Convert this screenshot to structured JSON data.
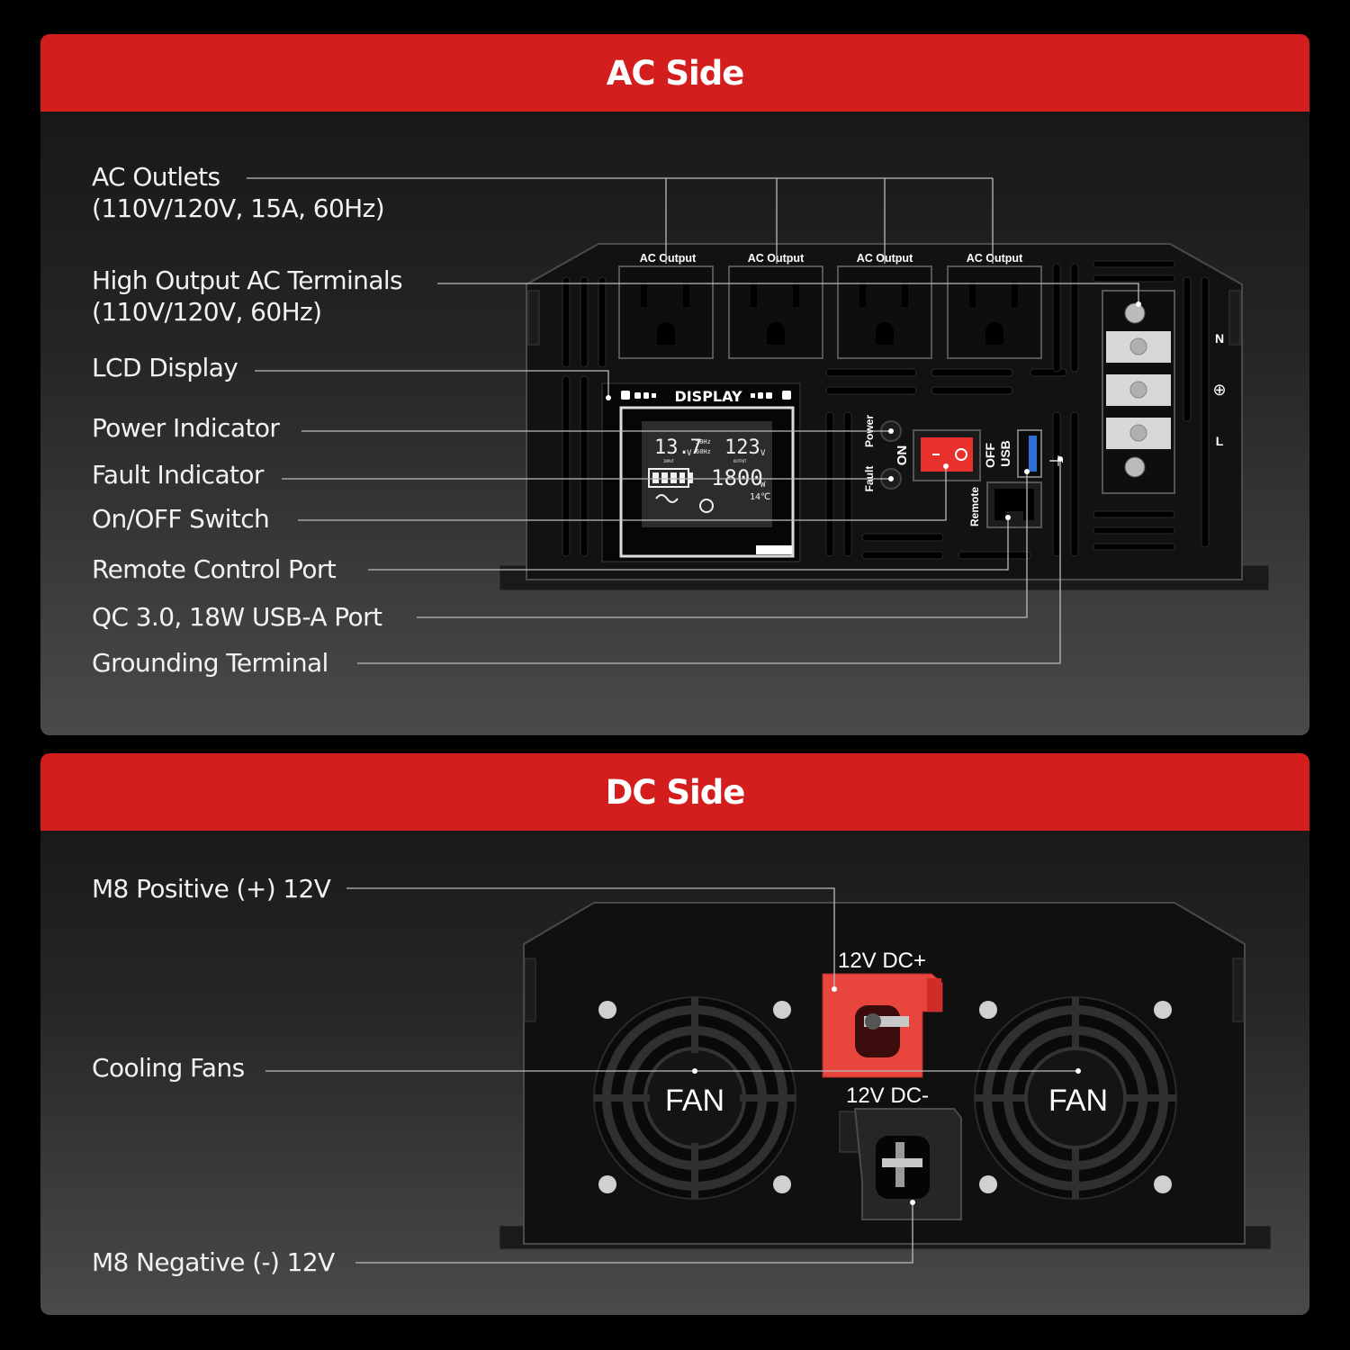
{
  "ac_side": {
    "title": "AC Side",
    "callouts": [
      {
        "line1": "AC Outlets",
        "line2": "(110V/120V, 15A, 60Hz)"
      },
      {
        "line1": "High Output AC Terminals",
        "line2": "(110V/120V, 60Hz)"
      },
      {
        "line1": "LCD Display"
      },
      {
        "line1": "Power Indicator"
      },
      {
        "line1": "Fault Indicator"
      },
      {
        "line1": "On/OFF Switch"
      },
      {
        "line1": "Remote Control Port"
      },
      {
        "line1": "QC 3.0, 18W USB-A Port"
      },
      {
        "line1": "Grounding Terminal"
      }
    ],
    "outlet_label": "AC Output",
    "display_label": "DISPLAY",
    "lcd": {
      "input_voltage": "13.7",
      "input_unit": "V",
      "freq_top": "50Hz",
      "freq_bottom": "60Hz",
      "input_tag": "INPUT",
      "output_tag": "OUTPUT",
      "output_voltage": "123",
      "output_unit": "V",
      "power": "1800",
      "power_unit": "W",
      "temperature": "14℃"
    },
    "panel_labels": {
      "power": "Power",
      "fault": "Fault",
      "on": "ON",
      "off": "OFF",
      "usb": "USB",
      "remote": "Remote",
      "terminal_n": "N",
      "terminal_l": "L"
    }
  },
  "dc_side": {
    "title": "DC Side",
    "callouts": [
      {
        "line1": "M8 Positive (+) 12V"
      },
      {
        "line1": "Cooling Fans"
      },
      {
        "line1": "M8 Negative (-) 12V"
      }
    ],
    "positive_label": "12V DC+",
    "negative_label": "12V DC-",
    "fan_label": "FAN"
  },
  "colors": {
    "banner_red": "#d41d1d",
    "switch_red": "#e8302c",
    "dc_positive_red": "#e8453f",
    "usb_blue": "#2f6fd6"
  }
}
